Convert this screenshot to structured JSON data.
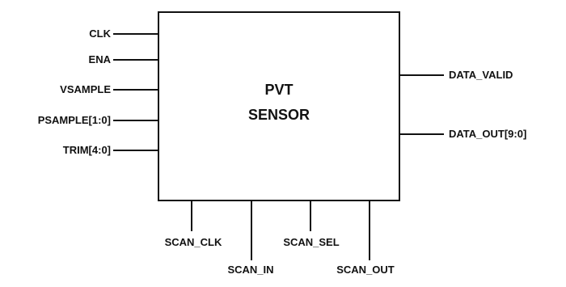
{
  "block": {
    "title_line1": "PVT",
    "title_line2": "SENSOR"
  },
  "inputs": [
    {
      "label": "CLK"
    },
    {
      "label": "ENA"
    },
    {
      "label": "VSAMPLE"
    },
    {
      "label": "PSAMPLE[1:0]"
    },
    {
      "label": "TRIM[4:0]"
    }
  ],
  "outputs": [
    {
      "label": "DATA_VALID"
    },
    {
      "label": "DATA_OUT[9:0]"
    }
  ],
  "bottom_pins": [
    {
      "label": "SCAN_CLK"
    },
    {
      "label": "SCAN_IN"
    },
    {
      "label": "SCAN_SEL"
    },
    {
      "label": "SCAN_OUT"
    }
  ],
  "colors": {
    "stroke": "#111111",
    "text": "#111111",
    "background": "#ffffff"
  }
}
